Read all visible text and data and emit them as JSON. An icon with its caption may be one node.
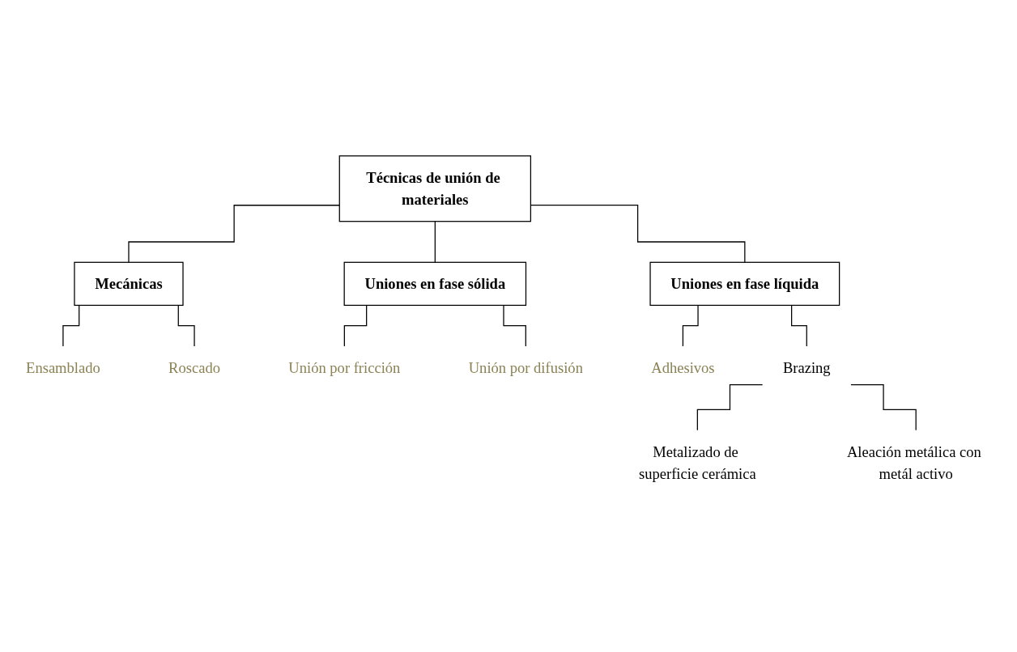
{
  "diagram": {
    "nodes": [
      {
        "text": [
          "Técnicas de unión de materiales"
        ]
      },
      {
        "text": [
          "Mecánicas"
        ]
      },
      {
        "text": [
          "Uniones en fase sólida"
        ]
      },
      {
        "text": [
          "Uniones en fase líquida"
        ]
      },
      {
        "text": [
          "Ensamblado"
        ]
      },
      {
        "text": [
          "Roscado"
        ]
      },
      {
        "text": [
          "Unión por fricción"
        ]
      },
      {
        "text": [
          "Unión por difusión"
        ]
      },
      {
        "text": [
          "Adhesivos"
        ]
      },
      {
        "text": [
          "Brazing"
        ]
      },
      {
        "text": [
          "Metalizado de superficie cerámica"
        ]
      },
      {
        "text": [
          "Aleación metálica con metál activo"
        ]
      }
    ],
    "edges": [
      {
        "from": 0,
        "to": 1,
        "arrow": "none"
      },
      {
        "from": 0,
        "to": 2,
        "arrow": "none"
      },
      {
        "from": 0,
        "to": 3,
        "arrow": "none"
      },
      {
        "from": 1,
        "to": 4,
        "arrow": "none"
      },
      {
        "from": 1,
        "to": 5,
        "arrow": "none"
      },
      {
        "from": 2,
        "to": 6,
        "arrow": "none"
      },
      {
        "from": 2,
        "to": 7,
        "arrow": "none"
      },
      {
        "from": 3,
        "to": 8,
        "arrow": "none"
      },
      {
        "from": 3,
        "to": 9,
        "arrow": "none"
      },
      {
        "from": 9,
        "to": 10,
        "arrow": "none"
      },
      {
        "from": 9,
        "to": 11,
        "arrow": "none"
      }
    ]
  }
}
